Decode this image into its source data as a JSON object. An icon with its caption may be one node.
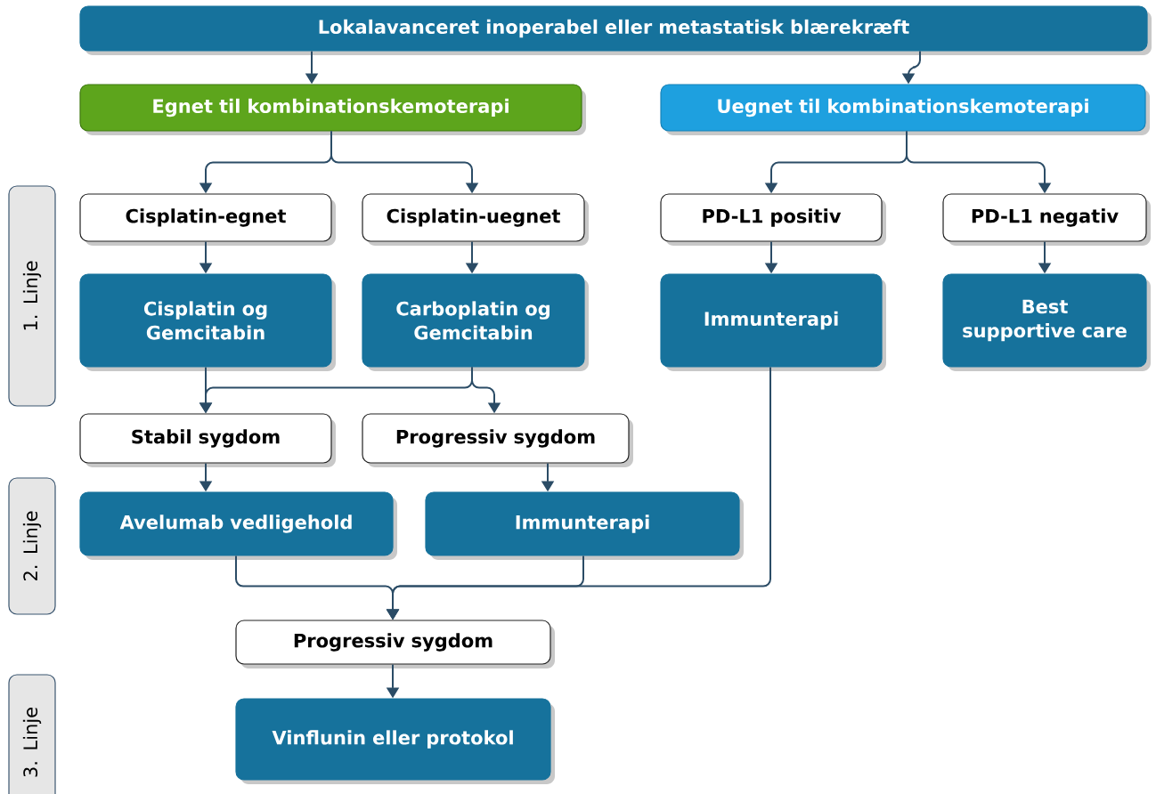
{
  "diagram": {
    "nodes": [
      {
        "text": [
          "Lokalavanceret inoperabel eller metastatisk blærekræft"
        ]
      },
      {
        "text": [
          "Egnet til kombinationskemoterapi"
        ]
      },
      {
        "text": [
          "Uegnet til kombinationskemoterapi"
        ]
      },
      {
        "text": [
          "Cisplatin-egnet"
        ]
      },
      {
        "text": [
          "Cisplatin-uegnet"
        ]
      },
      {
        "text": [
          "PD-L1 positiv"
        ]
      },
      {
        "text": [
          "PD-L1 negativ"
        ]
      },
      {
        "text": [
          "Cisplatin og Gemcitabin"
        ]
      },
      {
        "text": [
          "Carboplatin og Gemcitabin"
        ]
      },
      {
        "text": [
          "Immunterapi"
        ]
      },
      {
        "text": [
          "Best supportive care"
        ]
      },
      {
        "text": [
          "Stabil sygdom"
        ]
      },
      {
        "text": [
          "Progressiv sygdom"
        ]
      },
      {
        "text": [
          "Avelumab vedligehold"
        ]
      },
      {
        "text": [
          "Immunterapi"
        ]
      },
      {
        "text": [
          "Progressiv sygdom"
        ]
      },
      {
        "text": [
          "Vinflunin eller protokol"
        ]
      },
      {
        "text": [
          "1. Linje"
        ]
      },
      {
        "text": [
          "2. Linje"
        ]
      },
      {
        "text": [
          "3. Linje"
        ]
      }
    ],
    "edges": [
      {
        "from": 0,
        "to": 1,
        "arrow": "to"
      },
      {
        "from": 0,
        "to": 2,
        "arrow": "to"
      },
      {
        "from": 1,
        "to": 3,
        "arrow": "to"
      },
      {
        "from": 1,
        "to": 4,
        "arrow": "to"
      },
      {
        "from": 2,
        "to": 5,
        "arrow": "to"
      },
      {
        "from": 2,
        "to": 6,
        "arrow": "to"
      },
      {
        "from": 3,
        "to": 7,
        "arrow": "to"
      },
      {
        "from": 4,
        "to": 8,
        "arrow": "to"
      },
      {
        "from": 5,
        "to": 9,
        "arrow": "to"
      },
      {
        "from": 6,
        "to": 10,
        "arrow": "to"
      },
      {
        "from": 7,
        "to": 11,
        "arrow": "to"
      },
      {
        "from": 8,
        "to": 11,
        "arrow": "to"
      },
      {
        "from": 8,
        "to": 12,
        "arrow": "to"
      },
      {
        "from": 11,
        "to": 13,
        "arrow": "to"
      },
      {
        "from": 12,
        "to": 14,
        "arrow": "to"
      },
      {
        "from": 13,
        "to": 15,
        "arrow": "to"
      },
      {
        "from": 14,
        "to": 15,
        "arrow": "to"
      },
      {
        "from": 9,
        "to": 15,
        "arrow": "to"
      },
      {
        "from": 15,
        "to": 16,
        "arrow": "to"
      }
    ]
  }
}
